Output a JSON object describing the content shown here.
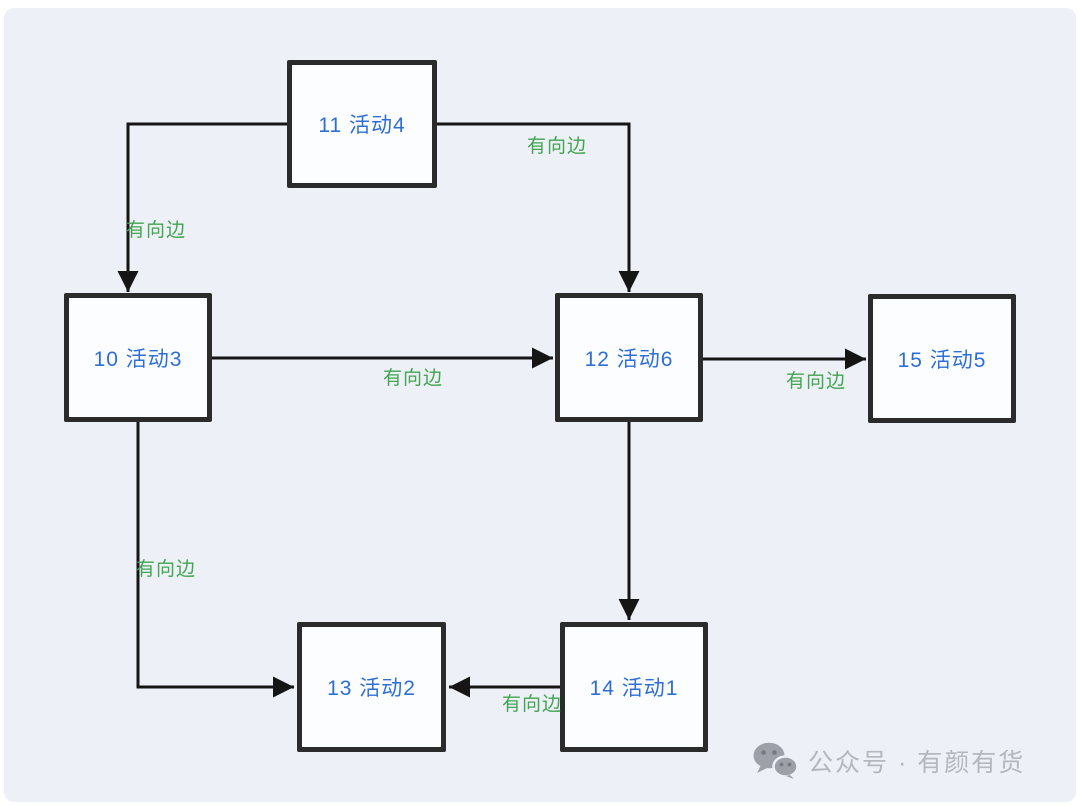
{
  "colors": {
    "canvas_background": "#edf0f7",
    "node_border": "#2b2b2b",
    "node_fill": "#fcfdff",
    "node_text": "#2e6ed5",
    "edge_stroke": "#151515",
    "edge_label_text": "#43a452",
    "watermark_text": "#b4b7be",
    "watermark_icon": "#9da0a8"
  },
  "diagram": {
    "type": "directed-graph",
    "nodes": [
      {
        "id": "11",
        "label": "11 活动4"
      },
      {
        "id": "10",
        "label": "10 活动3"
      },
      {
        "id": "12",
        "label": "12 活动6"
      },
      {
        "id": "15",
        "label": "15 活动5"
      },
      {
        "id": "13",
        "label": "13 活动2"
      },
      {
        "id": "14",
        "label": "14 活动1"
      }
    ],
    "edges": [
      {
        "from": "11",
        "to": "10",
        "label": "有向边"
      },
      {
        "from": "11",
        "to": "12",
        "label": "有向边"
      },
      {
        "from": "10",
        "to": "12",
        "label": "有向边"
      },
      {
        "from": "12",
        "to": "15",
        "label": "有向边"
      },
      {
        "from": "12",
        "to": "14",
        "label": ""
      },
      {
        "from": "10",
        "to": "13",
        "label": "有向边"
      },
      {
        "from": "14",
        "to": "13",
        "label": "有向边"
      }
    ]
  },
  "watermark": {
    "icon": "wechat-icon",
    "text": "公众号 · 有颜有货"
  }
}
